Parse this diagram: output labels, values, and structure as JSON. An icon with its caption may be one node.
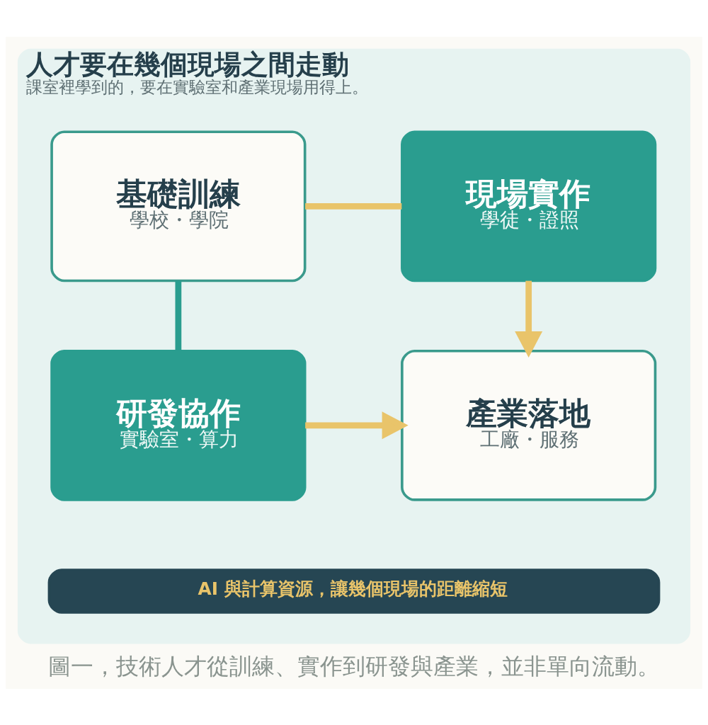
{
  "diagram": {
    "caption": "圖一，技術人才從訓練、實作到研發與產業，並非單向流動。",
    "nodes": [
      {
        "text": [
          "人才要在幾個現場之間走動",
          "課室裡學到的，要在實驗室和產業現場用得上。"
        ]
      },
      {
        "text": [
          "基礎訓練",
          "學校・學院"
        ],
        "in": 0
      },
      {
        "text": [
          "現場實作",
          "學徒・證照"
        ],
        "in": 0
      },
      {
        "text": [
          "研發協作",
          "實驗室・算力"
        ],
        "in": 0
      },
      {
        "text": [
          "產業落地",
          "工廠・服務"
        ],
        "in": 0
      },
      {
        "text": [
          "AI 與計算資源，讓幾個現場的距離縮短"
        ],
        "in": 0
      }
    ],
    "edges": [
      {
        "from": 1,
        "to": 2,
        "arrow": "none"
      },
      {
        "from": 1,
        "to": 3,
        "arrow": "none",
        "color": "#2a9d8f"
      },
      {
        "from": 2,
        "to": 4,
        "arrow": "to"
      },
      {
        "from": 3,
        "to": 4,
        "arrow": "to"
      }
    ]
  }
}
